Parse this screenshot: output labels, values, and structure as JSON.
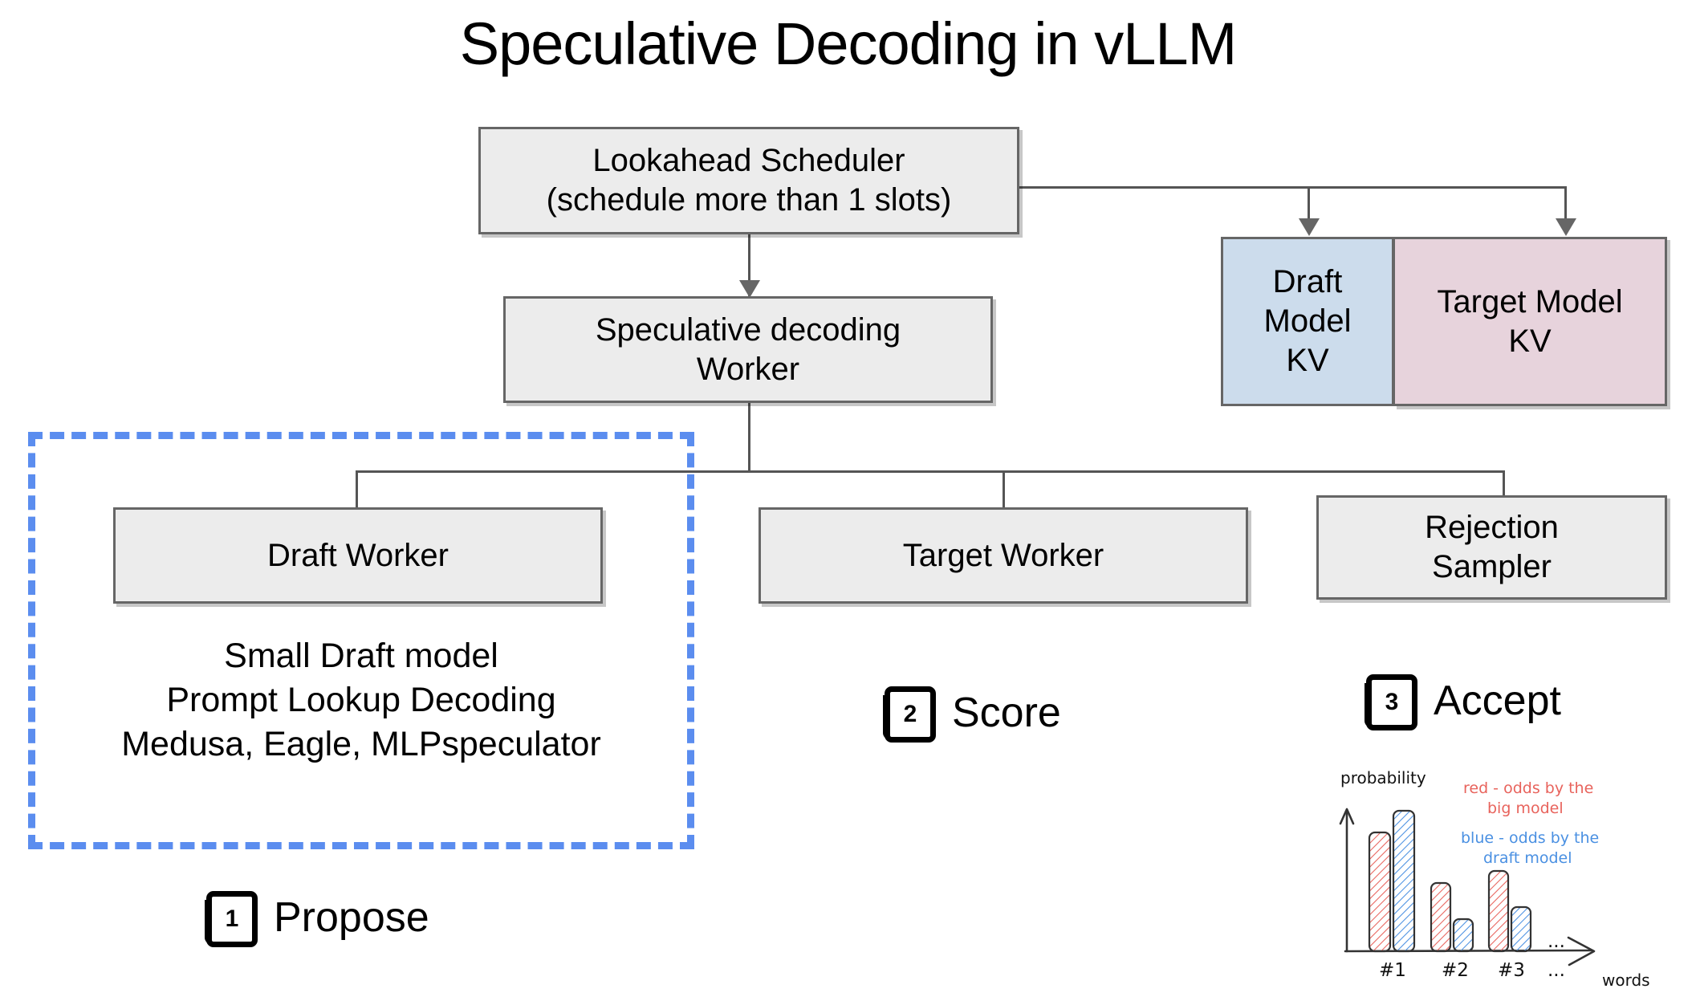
{
  "title": "Speculative Decoding in vLLM",
  "nodes": {
    "scheduler": "Lookahead Scheduler\n(schedule more than 1 slots)",
    "scheduler_line1": "Lookahead Scheduler",
    "scheduler_line2": "(schedule more than 1 slots)",
    "spec_worker_line1": "Speculative decoding",
    "spec_worker_line2": "Worker",
    "draft_worker": "Draft Worker",
    "target_worker": "Target Worker",
    "rejection_line1": "Rejection",
    "rejection_line2": "Sampler",
    "draft_kv_line1": "Draft",
    "draft_kv_line2": "Model",
    "draft_kv_line3": "KV",
    "target_kv_line1": "Target Model",
    "target_kv_line2": "KV"
  },
  "draft_details": {
    "line1": "Small Draft model",
    "line2": "Prompt Lookup Decoding",
    "line3": "Medusa, Eagle, MLPspeculator"
  },
  "steps": [
    {
      "number": "1",
      "label": "Propose"
    },
    {
      "number": "2",
      "label": "Score"
    },
    {
      "number": "3",
      "label": "Accept"
    }
  ],
  "colors": {
    "box_fill": "#ececec",
    "box_border": "#666666",
    "draft_kv_fill": "#ccdcec",
    "target_kv_fill": "#e7d3dc",
    "highlight_dashed": "#5b8def",
    "chart_red": "#e8635c",
    "chart_blue": "#4a90e2"
  },
  "chart_data": {
    "type": "bar",
    "title": "",
    "xlabel": "words",
    "ylabel": "probability",
    "categories": [
      "#1",
      "#2",
      "#3",
      "..."
    ],
    "series": [
      {
        "name": "red - odds by the big model",
        "color": "#e8635c",
        "values": [
          0.78,
          0.47,
          0.55
        ]
      },
      {
        "name": "blue - odds by the draft model",
        "color": "#4a90e2",
        "values": [
          0.95,
          0.22,
          0.3
        ]
      }
    ],
    "legend": [
      {
        "text_line1": "red - odds by the",
        "text_line2": "big model",
        "color": "#e8635c"
      },
      {
        "text_line1": "blue - odds by the",
        "text_line2": "draft model",
        "color": "#4a90e2"
      }
    ],
    "ylim": [
      0,
      1
    ],
    "grid": false,
    "legend_position": "upper-right",
    "ellipsis": "..."
  }
}
